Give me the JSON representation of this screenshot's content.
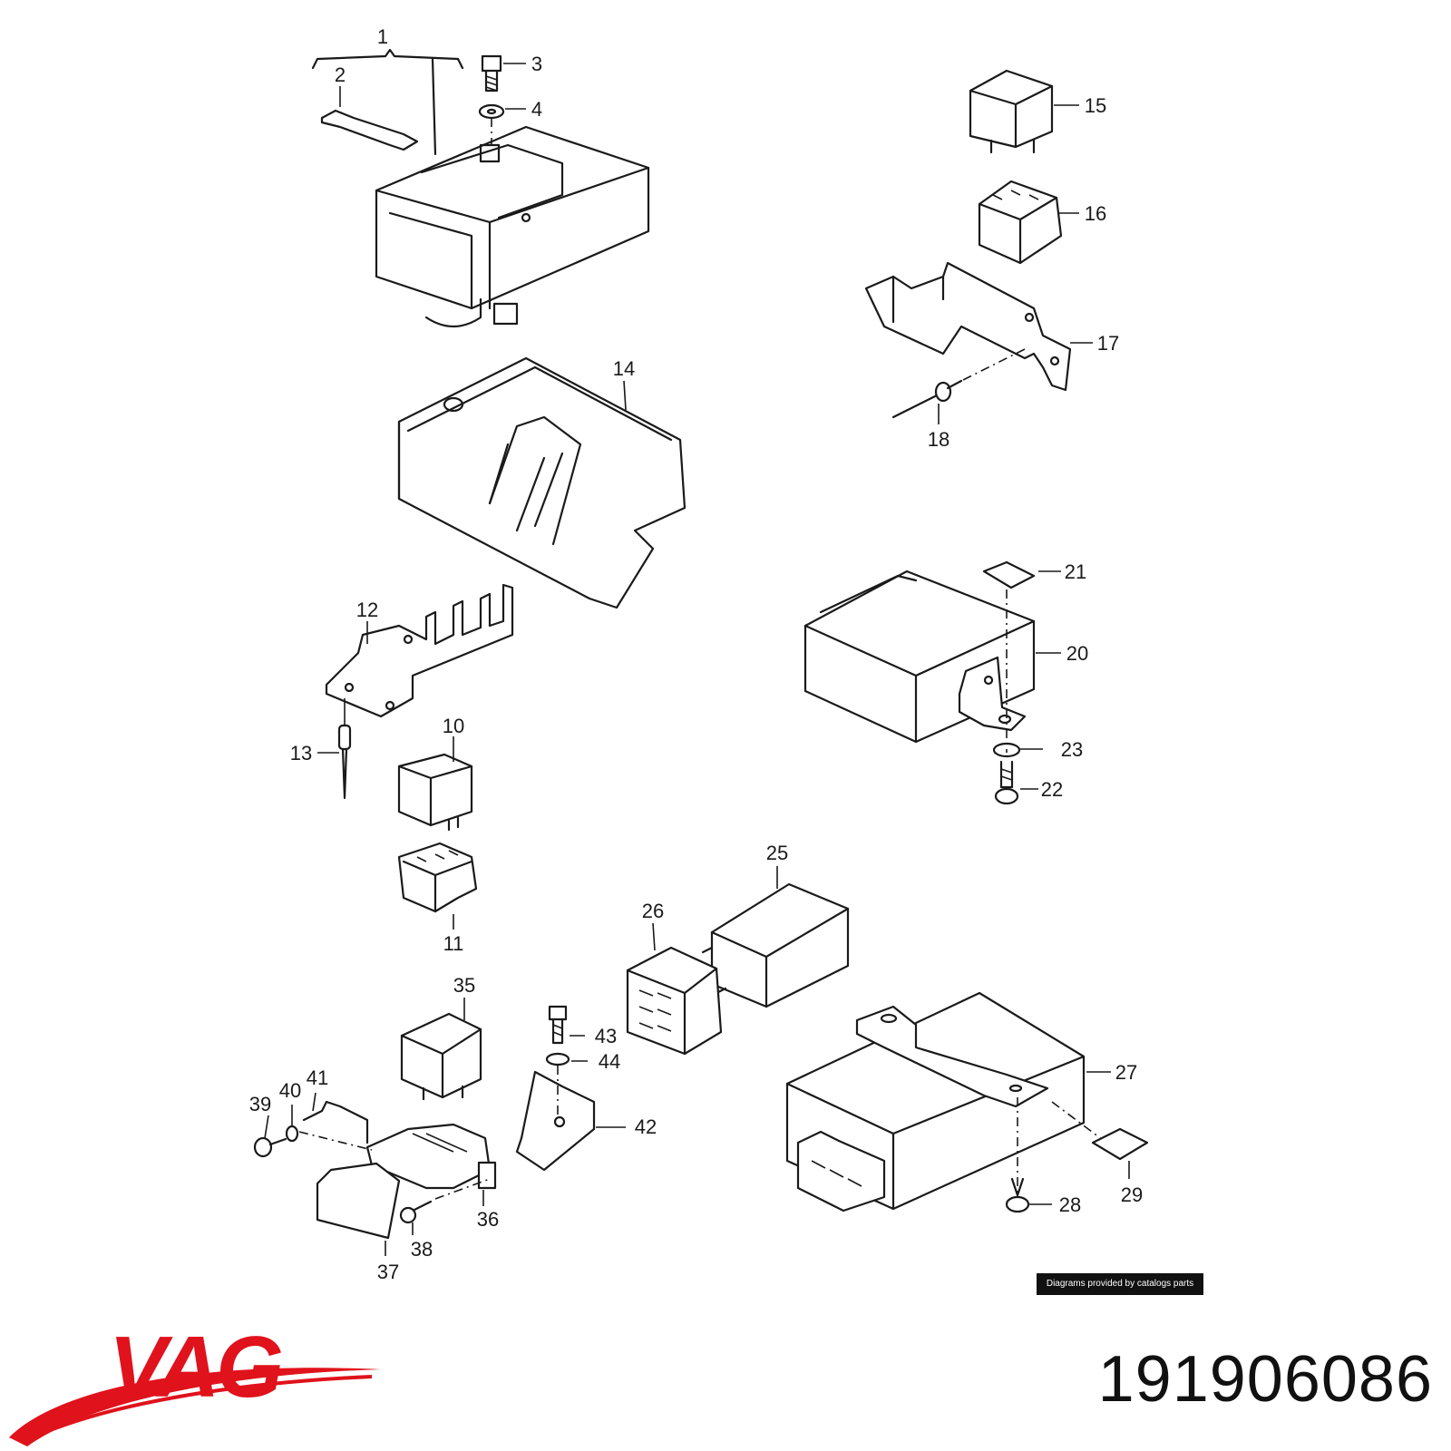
{
  "credit_text": "Diagrams provided by catalogs parts",
  "part_number": "191906086",
  "brand": {
    "name": "VAG",
    "color": "#e0121b"
  },
  "callouts": [
    "1",
    "2",
    "3",
    "4",
    "10",
    "11",
    "12",
    "13",
    "14",
    "15",
    "16",
    "17",
    "18",
    "20",
    "21",
    "22",
    "23",
    "25",
    "26",
    "27",
    "28",
    "29",
    "35",
    "36",
    "37",
    "38",
    "39",
    "40",
    "41",
    "42",
    "43",
    "44"
  ]
}
